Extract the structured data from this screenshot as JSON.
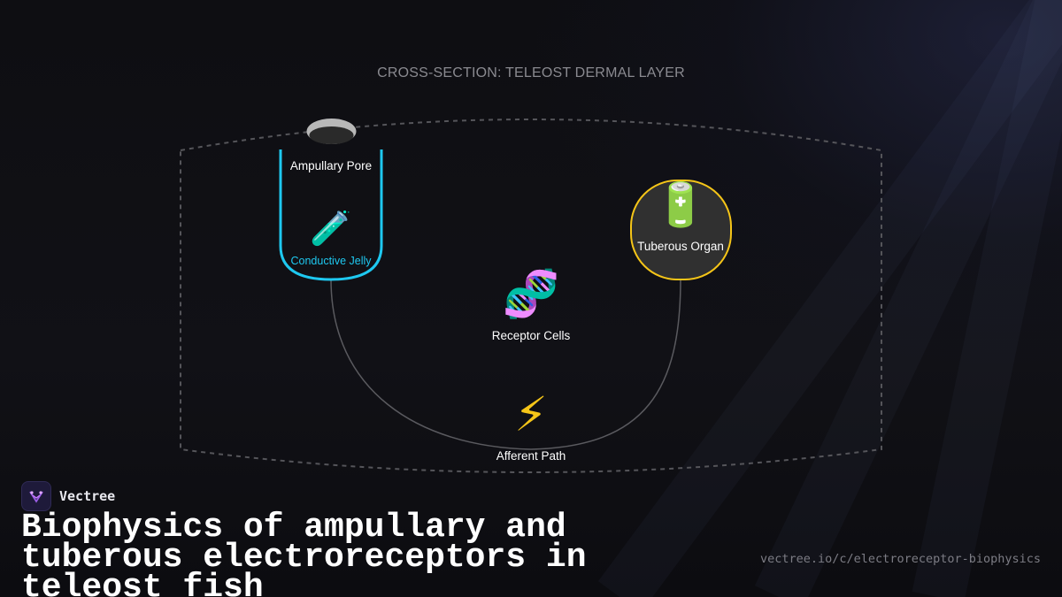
{
  "diagram": {
    "caption": "CROSS-SECTION: TELEOST DERMAL LAYER",
    "nodes": {
      "pore": {
        "label": "Ampullary Pore"
      },
      "jelly": {
        "label": "Conductive Jelly",
        "icon": "test-tube-icon",
        "glyph": "🧪"
      },
      "receptor": {
        "label": "Receptor Cells",
        "icon": "dna-icon",
        "glyph": "🧬"
      },
      "tuberous": {
        "label": "Tuberous Organ",
        "icon": "battery-icon",
        "glyph": "🔋"
      },
      "afferent": {
        "label": "Afferent Path",
        "icon": "lightning-icon",
        "glyph": "⚡"
      }
    },
    "colors": {
      "ampullary_canal": "#1ec8f0",
      "tuberous_outline": "#f5c518",
      "connector": "#5a5a5f",
      "dermal_boundary": "#55555a"
    }
  },
  "brand": {
    "name": "Vectree",
    "icon": "vectree-logo-icon"
  },
  "footer": {
    "title": "Biophysics of ampullary and tuberous electroreceptors in teleost fish",
    "url": "vectree.io/c/electroreceptor-biophysics"
  }
}
